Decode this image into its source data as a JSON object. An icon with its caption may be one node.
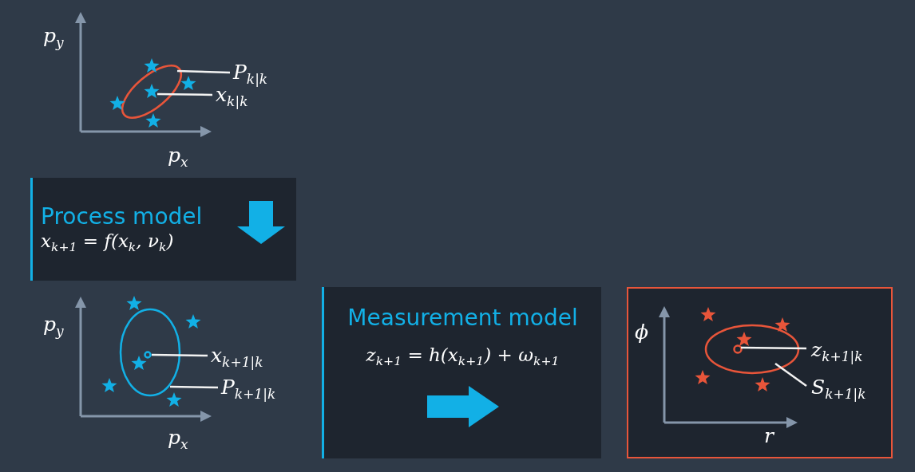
{
  "diagram": {
    "nodes": [
      {
        "text": [
          "Process model",
          "x$_{k+1}$ = f(x$_{k}$, ν$_{k}$)"
        ]
      },
      {
        "text": [
          "Measurement model",
          "z$_{k+1}$ = h(x$_{k+1}$) + ω$_{k+1}$"
        ]
      },
      {
        "text": [
          "P$_{k|k}$"
        ]
      },
      {
        "text": [],
        "shape": "circle"
      },
      {
        "text": [
          "x$_{k|k}$"
        ]
      },
      {
        "text": [],
        "shape": "star",
        "in": 3
      },
      {
        "text": [
          "x$_{k+1|k}$"
        ]
      },
      {
        "text": [],
        "shape": "circle",
        "in": 9
      },
      {
        "text": [
          "P$_{k+1|k}$"
        ]
      },
      {
        "text": [],
        "shape": "circle"
      },
      {
        "text": [],
        "shape": "box"
      },
      {
        "text": [
          "z$_{k+1|k}$"
        ],
        "in": 10
      },
      {
        "text": [],
        "shape": "circle",
        "in": 14
      },
      {
        "text": [
          "S$_{k+1|k}$"
        ],
        "in": 10
      },
      {
        "text": [],
        "shape": "circle",
        "in": 10
      },
      {
        "text": [],
        "shape": "star"
      },
      {
        "text": [],
        "shape": "star"
      },
      {
        "text": [],
        "shape": "star"
      },
      {
        "text": [],
        "shape": "star"
      },
      {
        "text": [],
        "shape": "star"
      },
      {
        "text": [],
        "shape": "star"
      },
      {
        "text": [],
        "shape": "star",
        "in": 9
      },
      {
        "text": [],
        "shape": "star"
      },
      {
        "text": [],
        "shape": "star"
      },
      {
        "text": [],
        "shape": "star",
        "in": 10
      },
      {
        "text": [],
        "shape": "star",
        "in": 10
      },
      {
        "text": [],
        "shape": "star",
        "in": 14
      },
      {
        "text": [],
        "shape": "star",
        "in": 10
      },
      {
        "text": [],
        "shape": "star",
        "in": 10
      }
    ],
    "edges": [
      {
        "from": 2,
        "to": 3,
        "arrow": "none"
      },
      {
        "from": 4,
        "to": 5,
        "arrow": "none"
      },
      {
        "from": 6,
        "to": 7,
        "arrow": "none"
      },
      {
        "from": 8,
        "to": 9,
        "arrow": "none"
      },
      {
        "from": 11,
        "to": 12,
        "arrow": "none"
      },
      {
        "from": 13,
        "to": 14,
        "arrow": "none"
      }
    ],
    "labels": [
      "p$_{y}$",
      "p$_{x}$",
      "p$_{y}$",
      "p$_{x}$",
      "ϕ",
      "r"
    ]
  }
}
